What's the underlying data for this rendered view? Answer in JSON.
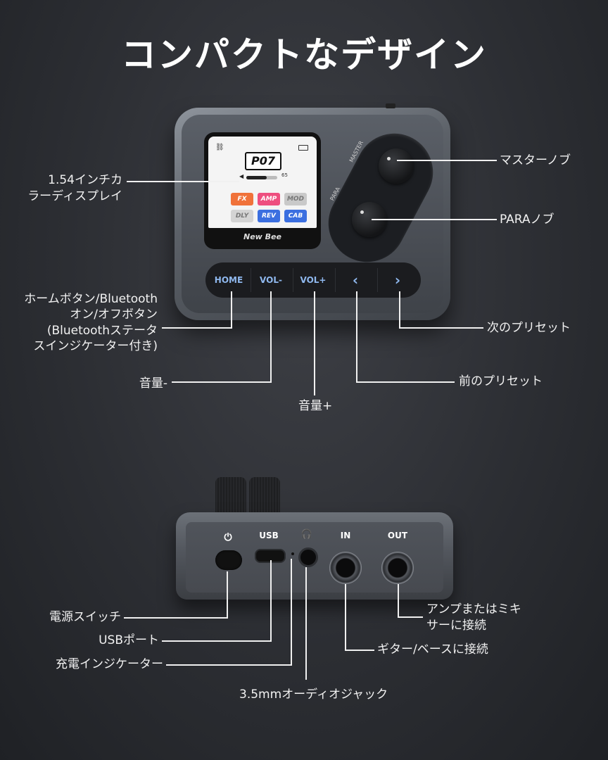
{
  "title": "コンパクトなデザイン",
  "device_top": {
    "brand": "New Bee",
    "screen": {
      "preset": "P07",
      "volume_value": "65",
      "volume_level": 0.65,
      "tiles": [
        {
          "label": "FX",
          "color": "#f0723a"
        },
        {
          "label": "AMP",
          "color": "#ee4f7f"
        },
        {
          "label": "MOD",
          "color": "#c9c9c9"
        },
        {
          "label": "DLY",
          "color": "#d4d4d4"
        },
        {
          "label": "REV",
          "color": "#3b6fe0"
        },
        {
          "label": "CAB",
          "color": "#3b6fe0"
        }
      ]
    },
    "knob_labels": {
      "master": "MASTER",
      "para": "PARA"
    },
    "buttons": {
      "home": "HOME",
      "vol_minus": "VOL-",
      "vol_plus": "VOL+",
      "prev": "‹",
      "next": "›"
    },
    "button_color": "#8fb8ee"
  },
  "device_bottom": {
    "power_symbol": "⏻",
    "usb": "USB",
    "headphone_symbol": "🎧",
    "in": "IN",
    "out": "OUT"
  },
  "callouts": {
    "display_line1": "1.54インチカ",
    "display_line2": "ラーディスプレイ",
    "master_knob": "マスターノブ",
    "para_knob": "PARAノブ",
    "home_line1": "ホームボタン/Bluetooth",
    "home_line2": "オン/オフボタン",
    "home_line3": "(Bluetoothステータ",
    "home_line4": "スインジケーター付き)",
    "next_preset": "次のプリセット",
    "vol_minus": "音量-",
    "prev_preset": "前のプリセット",
    "vol_plus": "音量+",
    "power_switch": "電源スイッチ",
    "usb_port": "USBポート",
    "charge_indicator": "充電インジケーター",
    "audio_jack": "3.5mmオーディオジャック",
    "guitar_input": "ギター/ベースに接続",
    "amp_line1": "アンプまたはミキ",
    "amp_line2": "サーに接続"
  }
}
